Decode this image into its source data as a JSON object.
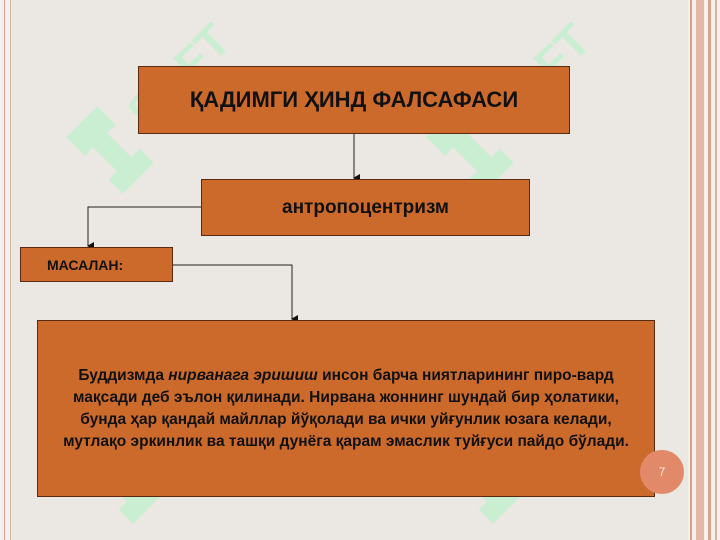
{
  "diagram": {
    "title": "ҚАДИМГИ ҲИНД ФАЛСАФАСИ",
    "concept": "антропоцентризм",
    "example_label": "МАСАЛАН:",
    "description": {
      "part1": "Буддизмда ",
      "emphasis": "нирванага эришиш",
      "part2": " инсон барча ниятларининг пиро-вард мақсади деб эълон қилинади. Нирвана жоннинг шундай бир ҳолатики, бунда ҳар қандай майллар йўқолади ва ички уйғунлик юзага келади, мутлақо эркинлик ва ташқи дунёга қарам эмаслик туйғуси пайдо бўлади."
    }
  },
  "slide": {
    "page_number": "7",
    "watermark_text": "SOFT",
    "watermark_logo_letter": "Ў"
  },
  "colors": {
    "box_fill": "#cc6a2c",
    "box_border": "#5a2a10",
    "background": "#ebe8e3",
    "watermark": "#c5efcf",
    "page_badge": "#e2896a"
  }
}
